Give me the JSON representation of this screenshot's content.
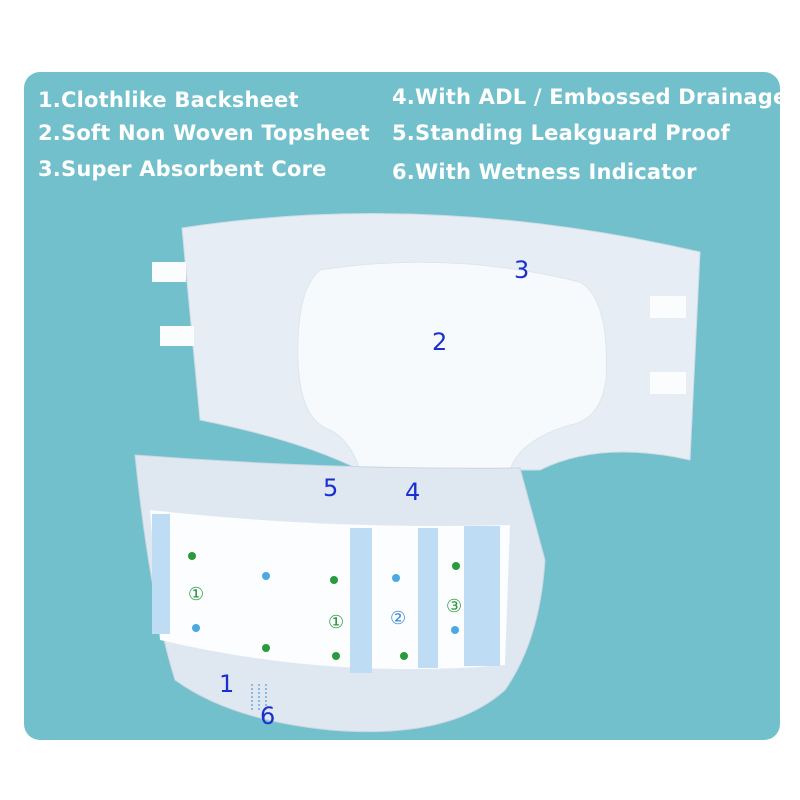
{
  "features": [
    "1.Clothlike Backsheet",
    "2.Soft Non Woven Topsheet",
    "3.Super Absorbent Core",
    "4.With ADL / Embossed Drainage",
    "5.Standing Leakguard Proof",
    "6.With Wetness Indicator"
  ],
  "callouts": [
    "1",
    "2",
    "3",
    "4",
    "5",
    "6"
  ],
  "print_marks": [
    "①",
    "②",
    "③"
  ],
  "colors": {
    "panel": "#72c0cc",
    "text": "#ffffff",
    "callout": "#1a2fd0"
  }
}
